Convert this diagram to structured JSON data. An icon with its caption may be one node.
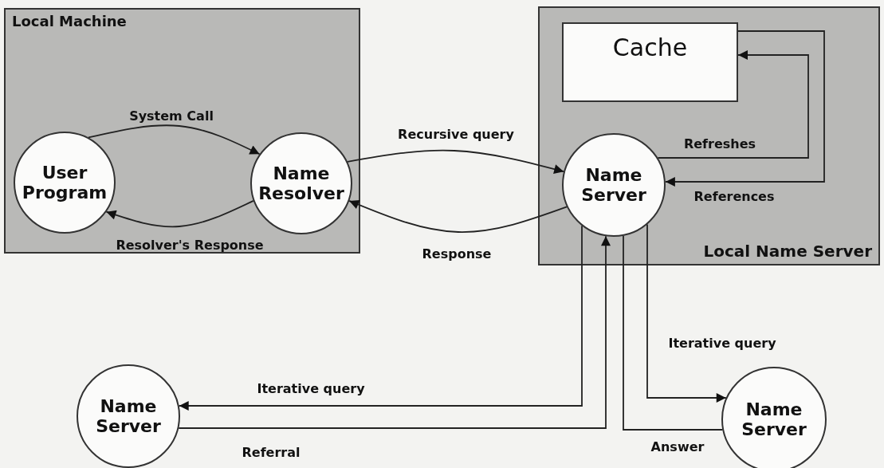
{
  "diagram": {
    "nodes": [
      {
        "text": [
          "Local Machine"
        ]
      },
      {
        "text": [
          "User Program"
        ],
        "in": 0
      },
      {
        "text": [
          "Name Resolver"
        ],
        "in": 0
      },
      {
        "text": [
          "Local Name Server"
        ]
      },
      {
        "text": [
          "Cache"
        ],
        "in": 3
      },
      {
        "text": [
          "Name Server"
        ],
        "in": 3
      },
      {
        "text": [
          "Name Server"
        ]
      },
      {
        "text": [
          "Name Server"
        ]
      }
    ],
    "edges": [
      {
        "from": 1,
        "to": 2,
        "arrow": "to",
        "label": "System Call"
      },
      {
        "from": 2,
        "to": 1,
        "arrow": "to",
        "label": "Resolver's Response"
      },
      {
        "from": 2,
        "to": 5,
        "arrow": "to",
        "label": "Recursive query"
      },
      {
        "from": 5,
        "to": 2,
        "arrow": "to",
        "label": "Response"
      },
      {
        "from": 5,
        "to": 4,
        "arrow": "to",
        "label": "Refreshes"
      },
      {
        "from": 4,
        "to": 5,
        "arrow": "to",
        "label": "References"
      },
      {
        "from": 5,
        "to": 6,
        "arrow": "to",
        "label": "Iterative query"
      },
      {
        "from": 6,
        "to": 5,
        "arrow": "to",
        "label": "Referral"
      },
      {
        "from": 5,
        "to": 7,
        "arrow": "to",
        "label": "Iterative query"
      },
      {
        "from": 7,
        "to": 5,
        "arrow": "none",
        "label": "Answer"
      }
    ]
  }
}
